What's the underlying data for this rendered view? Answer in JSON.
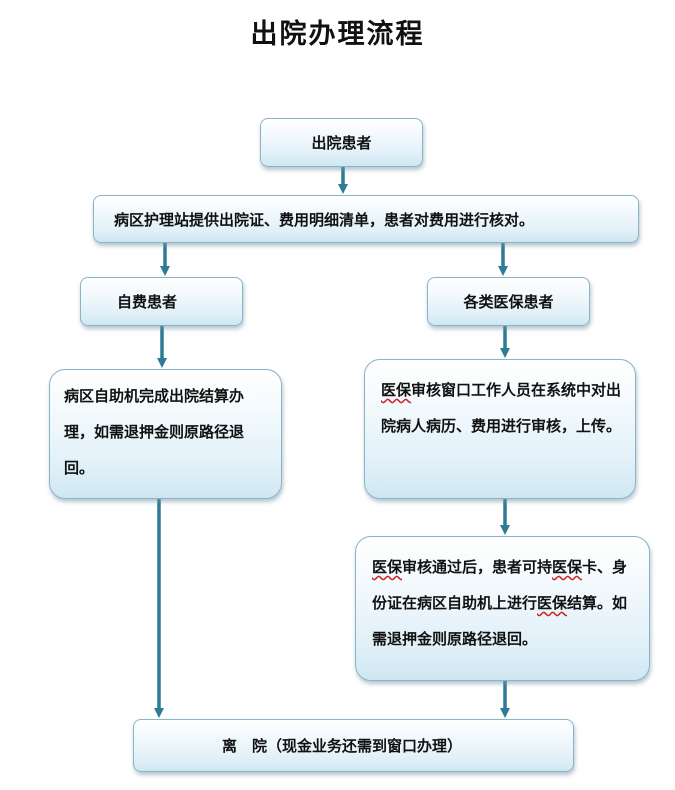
{
  "title": "出院办理流程",
  "nodes": {
    "start": "出院患者",
    "ward_provide": "病区护理站提供出院证、费用明细清单，患者对费用进行核对。",
    "self_pay": "自费患者",
    "insurance": "各类医保患者",
    "self_pay_settle": "病区自助机完成出院结算办理，如需退押金则原路径退回。",
    "ins_review_a": "医保",
    "ins_review_b": "审核窗口工作人员在系统中对出院病人病历、费用进行审核，上传。",
    "ins_settle_a": "医保",
    "ins_settle_b": "审核通过后，患者可持",
    "ins_settle_c": "医保",
    "ins_settle_d": "卡、身份证在病区自助机上进行",
    "ins_settle_e": "医保",
    "ins_settle_f": "结算。如需退押金则原路径退回。",
    "discharge": "离　院（现金业务还需到窗口办理）"
  },
  "colors": {
    "arrow": "#2e7b96",
    "border": "#8ab3c7"
  }
}
